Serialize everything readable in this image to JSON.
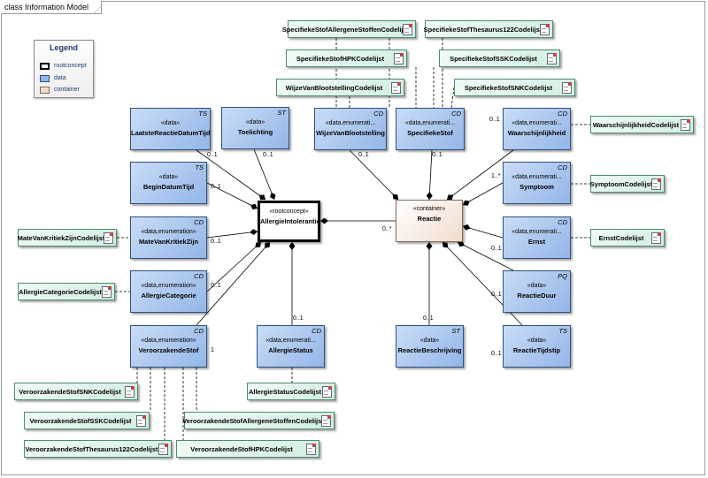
{
  "diagram": {
    "tab_label": "class Information Model",
    "legend": {
      "title": "Legend",
      "items": [
        {
          "label": "rootconcept",
          "kind": "root"
        },
        {
          "label": "data",
          "kind": "data"
        },
        {
          "label": "container",
          "kind": "container"
        }
      ]
    },
    "root": {
      "stereotype": "«rootconcept»",
      "name": "AllergieIntolerantie"
    },
    "container": {
      "stereotype": "«container»",
      "name": "Reactie"
    },
    "classes": [
      {
        "key": "laatste",
        "stereotype": "«data»",
        "name": "LaatsteReactieDatumTijd",
        "tag": "TS"
      },
      {
        "key": "toelichting",
        "stereotype": "«data»",
        "name": "Toelichting",
        "tag": "ST"
      },
      {
        "key": "wijze",
        "stereotype": "«data,enumerati...",
        "name": "WijzeVanBlootstelling",
        "tag": "CD"
      },
      {
        "key": "specifiekestof",
        "stereotype": "«data,enumerati...",
        "name": "SpecifiekeStof",
        "tag": "CD"
      },
      {
        "key": "waarschijnlijkheid",
        "stereotype": "«data,enumerati...",
        "name": "Waarschijnlijkheid",
        "tag": "CD"
      },
      {
        "key": "begin",
        "stereotype": "«data»",
        "name": "BeginDatumTijd",
        "tag": "TS"
      },
      {
        "key": "symptoom",
        "stereotype": "«data,enumerati...",
        "name": "Symptoom",
        "tag": "CD"
      },
      {
        "key": "mate",
        "stereotype": "«data,enumeration»",
        "name": "MateVanKritiekZijn",
        "tag": "CD"
      },
      {
        "key": "ernst",
        "stereotype": "«data,enumerati...",
        "name": "Ernst",
        "tag": "CD"
      },
      {
        "key": "categorie",
        "stereotype": "«data,enumeration»",
        "name": "AllergieCategorie",
        "tag": "CD"
      },
      {
        "key": "reactieduur",
        "stereotype": "«data»",
        "name": "ReactieDuur",
        "tag": "PQ"
      },
      {
        "key": "veroorzakende",
        "stereotype": "«data,enumeration»",
        "name": "VeroorzakendeStof",
        "tag": "CD"
      },
      {
        "key": "status",
        "stereotype": "«data,enumerati...",
        "name": "AllergieStatus",
        "tag": "CD"
      },
      {
        "key": "beschrijving",
        "stereotype": "«data»",
        "name": "ReactieBeschrijving",
        "tag": "ST"
      },
      {
        "key": "tijdstip",
        "stereotype": "«data»",
        "name": "ReactieTijdstip",
        "tag": "TS"
      }
    ],
    "codelists": [
      {
        "key": "cl_allergene",
        "name": "SpecifiekeStofAllergeneStoffenCodelijst"
      },
      {
        "key": "cl_thes",
        "name": "SpecifiekeStofThesaurus122Codelijst"
      },
      {
        "key": "cl_hpk",
        "name": "SpecifiekeStofHPKCodelijst"
      },
      {
        "key": "cl_ssk",
        "name": "SpecifiekeStofSSKCodelijst"
      },
      {
        "key": "cl_wijze",
        "name": "WijzeVanBlootstellingCodelijst"
      },
      {
        "key": "cl_snk",
        "name": "SpecifiekeStofSNKCodelijst"
      },
      {
        "key": "cl_waarsch",
        "name": "WaarschijnlijkheidCodelijst"
      },
      {
        "key": "cl_symp",
        "name": "SymptoomCodelijst"
      },
      {
        "key": "cl_mate",
        "name": "MateVanKritiekZijnCodelijst"
      },
      {
        "key": "cl_ernst",
        "name": "ErnstCodelijst"
      },
      {
        "key": "cl_cat",
        "name": "AllergieCategorieCodelijst"
      },
      {
        "key": "cl_vsnk",
        "name": "VeroorzakendeStofSNKCodelijst"
      },
      {
        "key": "cl_status",
        "name": "AllergieStatusCodelijst"
      },
      {
        "key": "cl_vssk",
        "name": "VeroorzakendeStofSSKCodelijst"
      },
      {
        "key": "cl_vallergene",
        "name": "VeroorzakendeStofAllergeneStoffenCodelijst"
      },
      {
        "key": "cl_vthes",
        "name": "VeroorzakendeStofThesaurus122Codelijst"
      },
      {
        "key": "cl_vhpk",
        "name": "VeroorzakendeStofHPKCodelijst"
      }
    ],
    "multiplicities": {
      "laatste": "0..1",
      "toelichting": "0..1",
      "begin": "0..1",
      "mate": "0..1",
      "categorie": "0..1",
      "veroorzakende": "1",
      "status": "0..1",
      "reactie": "0..*",
      "wijze": "0..1",
      "specifiekestof": "0..1",
      "waarschijnlijkheid": "0..1",
      "symptoom": "1..*",
      "ernst": "0..1",
      "reactieduur": "0..1",
      "beschrijving": "0..1",
      "tijdstip": "0..1"
    }
  }
}
